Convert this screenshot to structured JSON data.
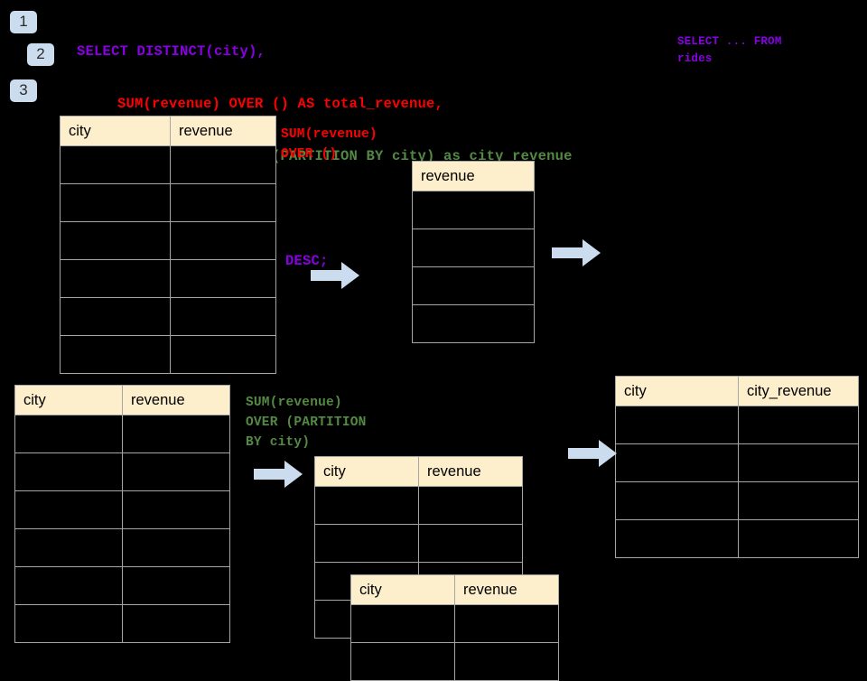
{
  "background_color": "#000000",
  "steps": [
    {
      "label": "1"
    },
    {
      "label": "2"
    },
    {
      "label": "3"
    }
  ],
  "sql": {
    "lines": [
      {
        "text": "SELECT DISTINCT(city),",
        "color": "#8a00e6",
        "indent": 0
      },
      {
        "text": "SUM(revenue) OVER () AS total_revenue,",
        "color": "#ff0000",
        "indent": 3
      },
      {
        "text": "SUM(revenue) OVER (PARTITION BY city) as city_revenue",
        "color": "#538a43",
        "indent": 3
      },
      {
        "text": "FROM rides",
        "color": "#8a00e6",
        "indent": 1
      },
      {
        "text": "ORDER by city_revenue DESC;",
        "color": "#8a00e6",
        "indent": 1
      }
    ]
  },
  "annotations": {
    "top_right": {
      "text": "SELECT ... FROM rides",
      "color": "#8a00e6"
    },
    "sum_over_empty": {
      "text": "SUM(revenue)\nOVER ()",
      "color": "#ff0000"
    },
    "sum_over_partition": {
      "text": "SUM(revenue)\nOVER (PARTITION\nBY city)",
      "color": "#538a43"
    }
  },
  "tables": {
    "rides_source": {
      "name": "rides-source-table",
      "headers": [
        "city",
        "revenue"
      ],
      "row_count": 6,
      "rows": [
        [
          "",
          ""
        ],
        [
          "",
          ""
        ],
        [
          "",
          ""
        ],
        [
          "",
          ""
        ],
        [
          "",
          ""
        ],
        [
          "",
          ""
        ]
      ]
    },
    "total_revenue": {
      "name": "total-revenue-table",
      "headers": [
        "revenue"
      ],
      "row_count": 4,
      "rows": [
        [
          ""
        ],
        [
          ""
        ],
        [
          ""
        ],
        [
          ""
        ]
      ]
    },
    "rides_partition_source": {
      "name": "rides-partition-source-table",
      "headers": [
        "city",
        "revenue"
      ],
      "row_count": 6,
      "rows": [
        [
          "",
          ""
        ],
        [
          "",
          ""
        ],
        [
          "",
          ""
        ],
        [
          "",
          ""
        ],
        [
          "",
          ""
        ],
        [
          "",
          ""
        ]
      ]
    },
    "partition_back": {
      "name": "partition-group-back-table",
      "headers": [
        "city",
        "revenue"
      ],
      "row_count": 4,
      "rows": [
        [
          "",
          ""
        ],
        [
          "",
          ""
        ],
        [
          "",
          ""
        ],
        [
          "",
          ""
        ]
      ]
    },
    "partition_front": {
      "name": "partition-group-front-table",
      "headers": [
        "city",
        "revenue"
      ],
      "row_count": 2,
      "rows": [
        [
          "",
          ""
        ],
        [
          "",
          ""
        ]
      ]
    },
    "city_revenue_result": {
      "name": "city-revenue-result-table",
      "headers": [
        "city",
        "city_revenue"
      ],
      "row_count": 4,
      "rows": [
        [
          "",
          ""
        ],
        [
          "",
          ""
        ],
        [
          "",
          ""
        ],
        [
          "",
          ""
        ]
      ]
    }
  },
  "arrows": {
    "color": "#ccdcef",
    "items": [
      {
        "name": "arrow-source-to-total"
      },
      {
        "name": "arrow-total-to-result-top"
      },
      {
        "name": "arrow-source-to-partition"
      },
      {
        "name": "arrow-partition-to-result"
      }
    ]
  }
}
